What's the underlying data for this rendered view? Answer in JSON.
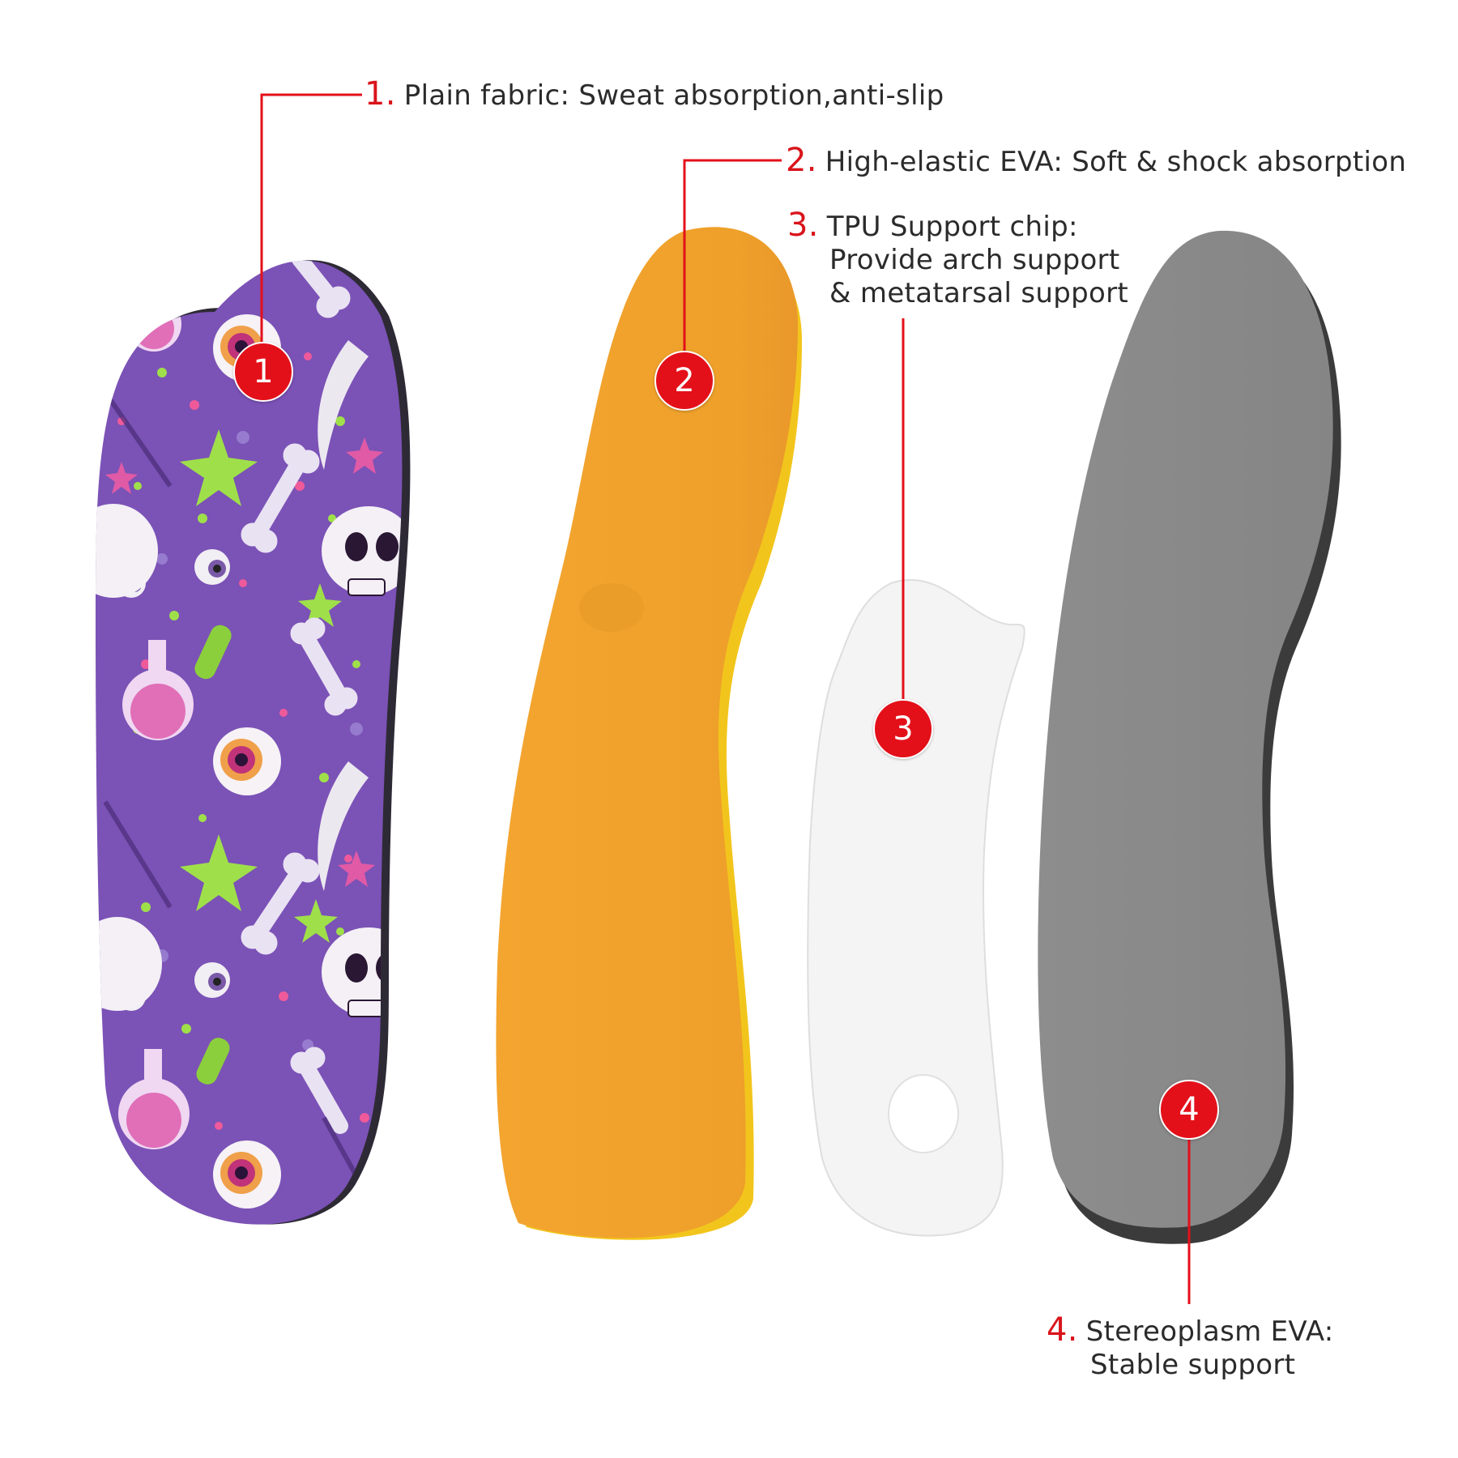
{
  "callouts": [
    {
      "number": "1.",
      "marker": "1",
      "lines": [
        "Plain fabric: Sweat absorption,anti-slip"
      ]
    },
    {
      "number": "2.",
      "marker": "2",
      "lines": [
        "High-elastic EVA: Soft & shock absorption"
      ]
    },
    {
      "number": "3.",
      "marker": "3",
      "lines": [
        "TPU Support chip:",
        "Provide arch support",
        "& metatarsal support"
      ]
    },
    {
      "number": "4.",
      "marker": "4",
      "lines": [
        "Stereoplasm EVA:",
        "Stable support"
      ]
    }
  ],
  "colors": {
    "accent_red": "#e3101a",
    "fabric_purple": "#7b52b6",
    "eva_orange": "#f0a12a",
    "tpu_white": "#f4f4f4",
    "base_gray": "#8a8a8a"
  },
  "icons": [
    "skull-icon",
    "bone-icon",
    "eyeball-icon",
    "potion-flask-icon",
    "star-icon",
    "scythe-icon",
    "zombie-finger-icon"
  ]
}
